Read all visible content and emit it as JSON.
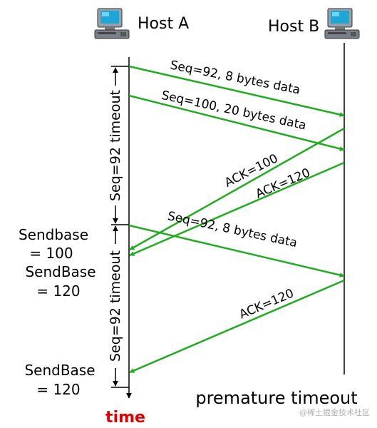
{
  "host_a": "Host A",
  "host_b": "Host B",
  "timeout_label_1": "Seq=92 timeout",
  "timeout_label_2": "Seq=92 timeout",
  "messages": [
    {
      "id": "msg-seq92-first",
      "label": "Seq=92, 8 bytes data"
    },
    {
      "id": "msg-seq100",
      "label": "Seq=100, 20 bytes data"
    },
    {
      "id": "msg-ack100",
      "label": "ACK=100"
    },
    {
      "id": "msg-ack120-first",
      "label": "ACK=120"
    },
    {
      "id": "msg-seq92-retransmit",
      "label": "Seq=92, 8 bytes data"
    },
    {
      "id": "msg-ack120-second",
      "label": "ACK=120"
    }
  ],
  "sendbase": [
    {
      "line1": "Sendbase",
      "line2": "= 100"
    },
    {
      "line1": "SendBase",
      "line2": "= 120"
    },
    {
      "line1": "SendBase",
      "line2": "= 120"
    }
  ],
  "time_label": "time",
  "caption": "premature timeout",
  "watermark": "@稀土掘金技术社区",
  "colors": {
    "arrow": "#22aa22",
    "time": "#e00000",
    "text": "#000000"
  },
  "icons": [
    "computer-icon",
    "computer-icon"
  ]
}
